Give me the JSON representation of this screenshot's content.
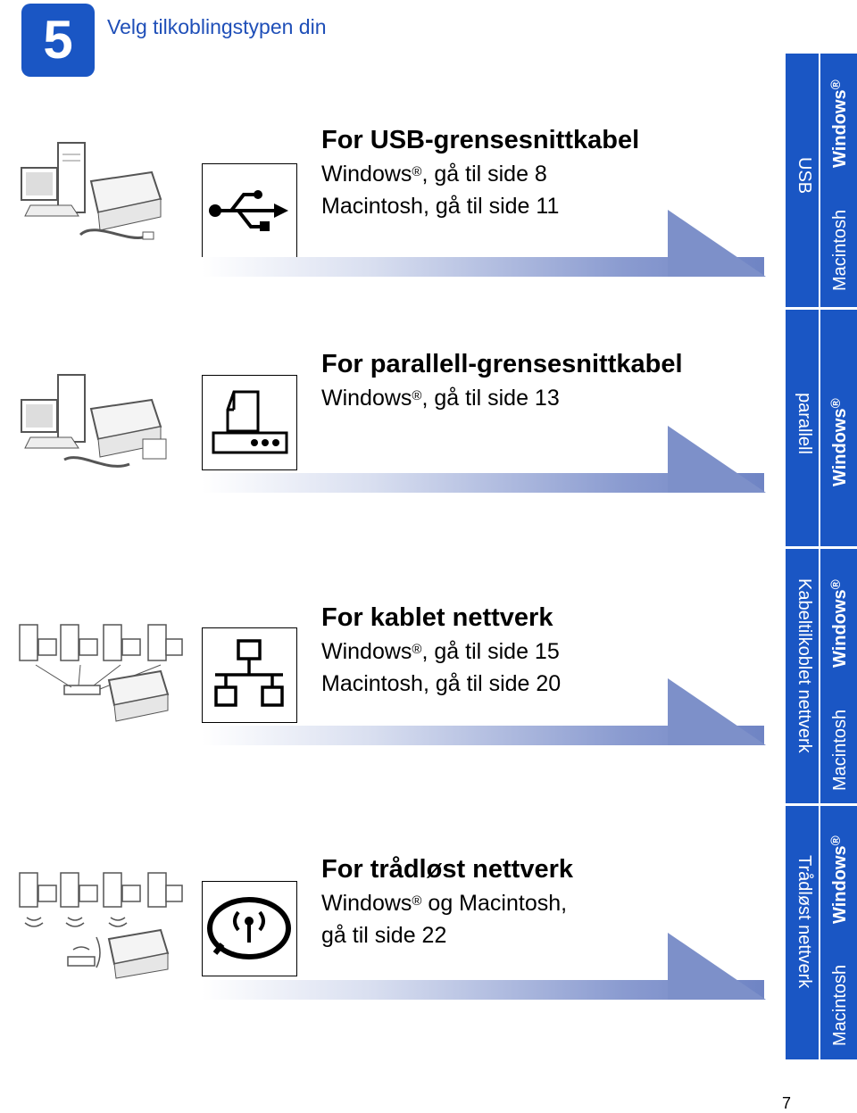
{
  "header": {
    "step_number": "5",
    "title": "Velg tilkoblingstypen din"
  },
  "sections": [
    {
      "title": "For USB-grensesnittkabel",
      "line1_pre": "Windows",
      "line1_sup": "®",
      "line1_post": ", gå til side 8",
      "line2": "Macintosh, gå til side 11",
      "icon": "usb-icon",
      "side_tab": {
        "primary": "USB",
        "os1": "Windows",
        "os1_sup": "®",
        "os2": "Macintosh"
      }
    },
    {
      "title": "For parallell-grensesnittkabel",
      "line1_pre": "Windows",
      "line1_sup": "®",
      "line1_post": ", gå til side 13",
      "line2": "",
      "icon": "parallel-port-icon",
      "side_tab": {
        "primary": "parallell",
        "os1": "Windows",
        "os1_sup": "®",
        "os2": ""
      }
    },
    {
      "title": "For kablet nettverk",
      "line1_pre": "Windows",
      "line1_sup": "®",
      "line1_post": ", gå til side 15",
      "line2": "Macintosh, gå til side 20",
      "icon": "network-icon",
      "side_tab": {
        "primary": "Kabeltilkoblet nettverk",
        "os1": "Windows",
        "os1_sup": "®",
        "os2": "Macintosh"
      }
    },
    {
      "title": "For trådløst nettverk",
      "line1_pre": "Windows",
      "line1_sup": "®",
      "line1_post": " og Macintosh,",
      "line2": "gå til side 22",
      "icon": "wireless-icon",
      "side_tab": {
        "primary": "Trådløst nettverk",
        "os1": "Windows",
        "os1_sup": "®",
        "os2": "Macintosh"
      }
    }
  ],
  "footer": {
    "page_number": "7"
  },
  "colors": {
    "accent": "#1a56c4",
    "band_end": "#6f84c4"
  }
}
